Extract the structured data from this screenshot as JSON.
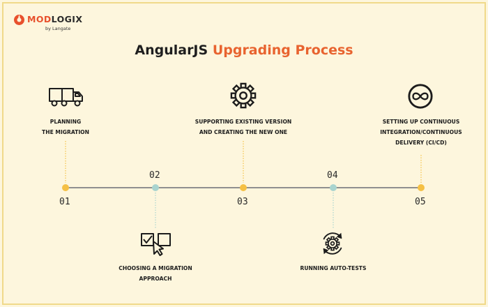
{
  "logo": {
    "brand_part1": "MOD",
    "brand_part2": "LOGIX",
    "tagline": "by Langate"
  },
  "title": {
    "part1": "AngularJS ",
    "part2": "Upgrading Process"
  },
  "colors": {
    "background": "#fdf6dd",
    "border": "#f0d98a",
    "accent_orange": "#e8632f",
    "dot_yellow": "#f5c044",
    "dot_teal": "#a9d4cf",
    "line": "#8f8f8f"
  },
  "steps": [
    {
      "number": "01",
      "label_lines": [
        "PLANNING",
        "THE MIGRATION"
      ],
      "icon": "truck-icon"
    },
    {
      "number": "02",
      "label_lines": [
        "CHOOSING A MIGRATION",
        "APPROACH"
      ],
      "icon": "checkbox-cursor-icon"
    },
    {
      "number": "03",
      "label_lines": [
        "SUPPORTING EXISTING VERSION",
        "AND CREATING THE NEW ONE"
      ],
      "icon": "gear-icon"
    },
    {
      "number": "04",
      "label_lines": [
        "RUNNING AUTO-TESTS"
      ],
      "icon": "refresh-gear-icon"
    },
    {
      "number": "05",
      "label_lines": [
        "SETTING UP CONTINUOUS",
        "INTEGRATION/CONTINUOUS",
        "DELIVERY (CI/CD)"
      ],
      "icon": "infinity-icon"
    }
  ]
}
